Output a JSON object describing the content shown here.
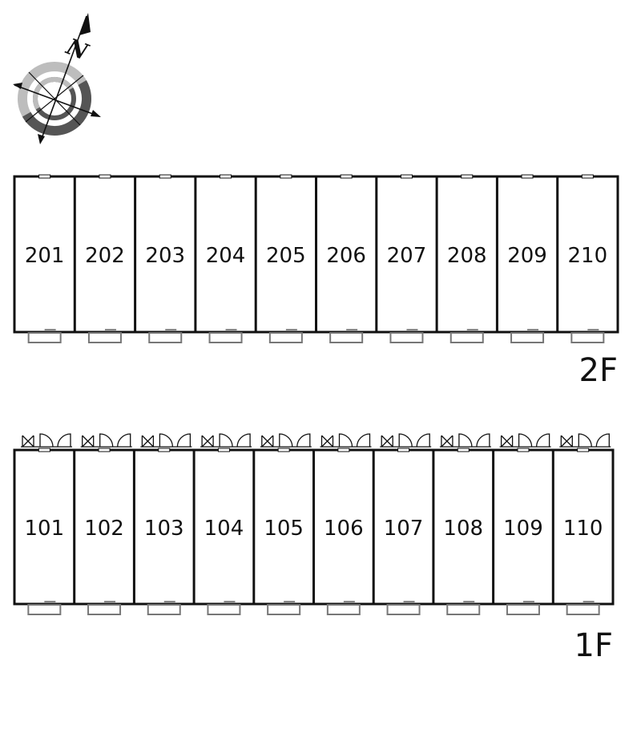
{
  "compass": {
    "north_label": "N",
    "icon": "compass-rose-icon"
  },
  "floors": [
    {
      "id": "2F",
      "label": "2F",
      "units": [
        "201",
        "202",
        "203",
        "204",
        "205",
        "206",
        "207",
        "208",
        "209",
        "210"
      ]
    },
    {
      "id": "1F",
      "label": "1F",
      "units": [
        "101",
        "102",
        "103",
        "104",
        "105",
        "106",
        "107",
        "108",
        "109",
        "110"
      ]
    }
  ],
  "colors": {
    "wall": "#111111",
    "balcony": "#777777",
    "compass_dark": "#555555",
    "compass_light": "#bbbbbb"
  }
}
